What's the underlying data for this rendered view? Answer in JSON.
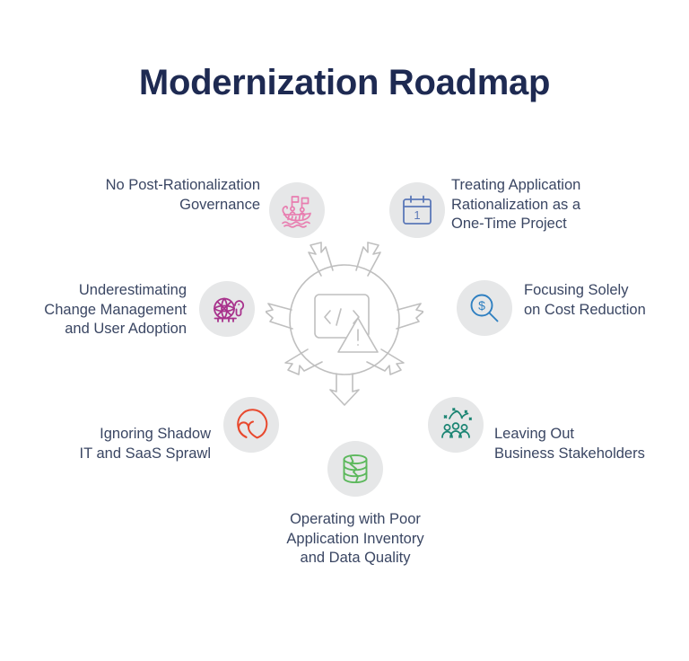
{
  "page": {
    "title": "Modernization Roadmap",
    "background_color": "#FFFFFF",
    "title_color": "#1E2A52",
    "label_color": "#3A4663",
    "bubble_color": "#E6E7E8",
    "hub_stroke_color": "#BFBFBF"
  },
  "center": {
    "name": "legacy-application-risk-hub",
    "icon": "code-window-warning-icon",
    "arrow_count": 7
  },
  "pitfalls": [
    {
      "id": "no-post-rationalization-governance",
      "label": "No Post-Rationalization\nGovernance",
      "icon": "viking-boat-with-flags-icon",
      "icon_color": "#E87EB0",
      "position": "top-left"
    },
    {
      "id": "one-time-project",
      "label": "Treating Application\nRationalization as a\nOne-Time Project",
      "icon": "calendar-one-icon",
      "icon_color": "#5B78B8",
      "icon_text": "1",
      "position": "top-right"
    },
    {
      "id": "focusing-solely-on-cost-reduction",
      "label": "Focusing Solely\non Cost Reduction",
      "icon": "magnifier-dollar-icon",
      "icon_color": "#2E7FC1",
      "icon_text": "$",
      "position": "right"
    },
    {
      "id": "leaving-out-business-stakeholders",
      "label": "Leaving Out\nBusiness Stakeholders",
      "icon": "people-celebration-icon",
      "icon_color": "#1A8472",
      "position": "bottom-right"
    },
    {
      "id": "poor-application-inventory",
      "label": "Operating with Poor\nApplication Inventory\nand Data Quality",
      "icon": "cracked-database-icon",
      "icon_color": "#5CB85C",
      "position": "bottom"
    },
    {
      "id": "ignoring-shadow-it",
      "label": "Ignoring Shadow\nIT and SaaS Sprawl",
      "icon": "eclipse-shadow-icon",
      "icon_color": "#E8492E",
      "position": "bottom-left"
    },
    {
      "id": "underestimating-change-management",
      "label": "Underestimating\nChange Management\nand User Adoption",
      "icon": "turtle-icon",
      "icon_color": "#A8328C",
      "position": "left"
    }
  ]
}
